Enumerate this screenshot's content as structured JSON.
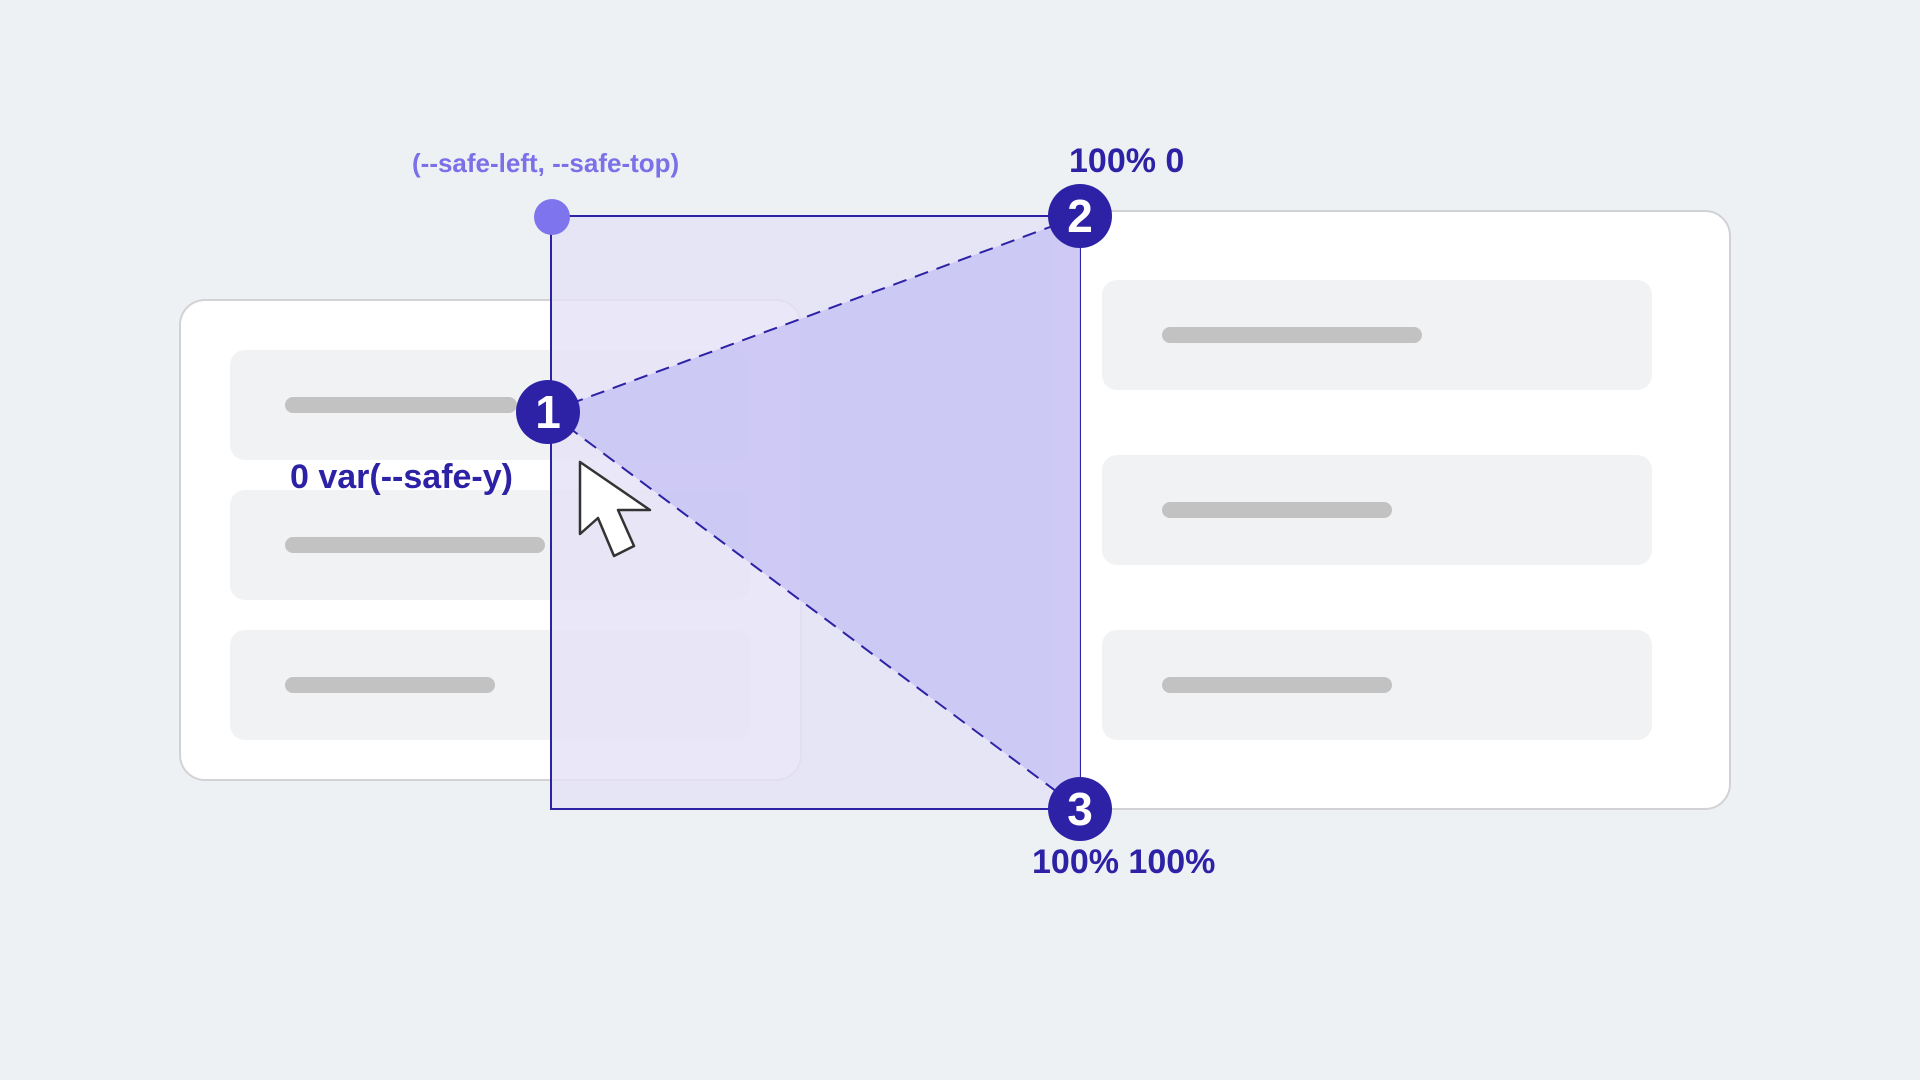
{
  "labels": {
    "origin": "(--safe-left, --safe-top)",
    "point1": "0 var(--safe-y)",
    "point2": "100% 0",
    "point3": "100% 100%"
  },
  "badges": {
    "one": "1",
    "two": "2",
    "three": "3"
  },
  "colors": {
    "background": "#eef1f4",
    "accent": "#2d22a6",
    "origin_dot": "#7d74ee",
    "safe_area_fill": "#e4e2f6",
    "triangle_fill": "#cbc7f4",
    "card": "#ffffff",
    "row": "#f1f2f3",
    "placeholder_bar": "#c2c2c2"
  },
  "icons": {
    "cursor": "mouse-pointer-arrow-icon"
  }
}
